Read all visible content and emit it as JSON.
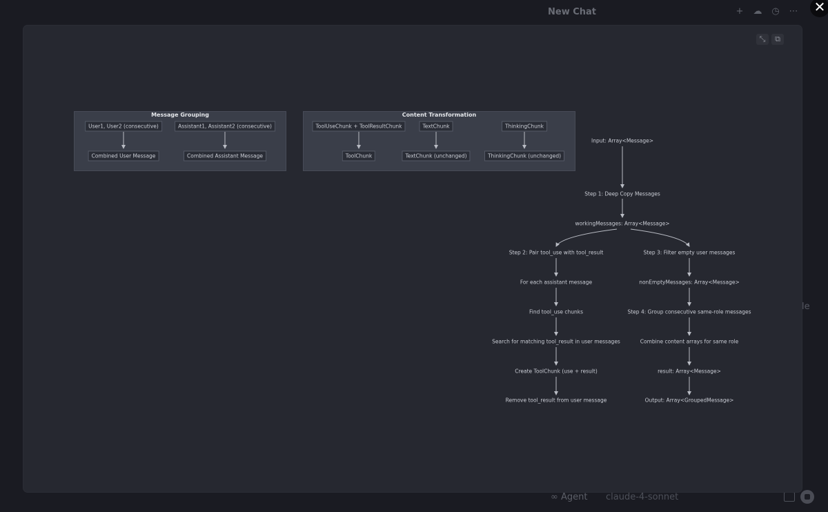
{
  "chat": {
    "title": "New Chat",
    "right_hint": "le",
    "agent_label": "∞ Agent",
    "model_label": "claude-4-sonnet"
  },
  "top_icons": [
    "plus-icon",
    "cloud-icon",
    "history-icon",
    "more-icon"
  ],
  "diagram": {
    "message_grouping": {
      "title": "Message Grouping",
      "nodes": {
        "users": "User1, User2 (consecutive)",
        "assistants": "Assistant1, Assistant2 (consecutive)",
        "combined_user": "Combined User Message",
        "combined_assistant": "Combined Assistant Message"
      }
    },
    "content_transformation": {
      "title": "Content Transformation",
      "nodes": {
        "tooluse": "ToolUseChunk + ToolResultChunk",
        "text": "TextChunk",
        "thinking": "ThinkingChunk",
        "toolchunk": "ToolChunk",
        "text_unchanged": "TextChunk (unchanged)",
        "thinking_unchanged": "ThinkingChunk (unchanged)"
      }
    },
    "flow": {
      "input": "Input: Array<Message>",
      "step1": "Step 1: Deep Copy Messages",
      "working": "workingMessages: Array<Message>",
      "step2": "Step 2: Pair tool_use with tool_result",
      "each_assistant": "For each assistant message",
      "find_chunks": "Find tool_use chunks",
      "search": "Search for matching tool_result in user messages",
      "create": "Create ToolChunk (use + result)",
      "remove": "Remove tool_result from user message",
      "step3": "Step 3: Filter empty user messages",
      "nonempty": "nonEmptyMessages: Array<Message>",
      "step4": "Step 4: Group consecutive same-role messages",
      "combine": "Combine content arrays for same role",
      "result": "result: Array<Message>",
      "output": "Output: Array<GroupedMessage>"
    }
  },
  "colors": {
    "background": "#1a1b22",
    "modal": "#262830",
    "subgraph": "#3a3e49",
    "edge": "#b9bcc4"
  }
}
